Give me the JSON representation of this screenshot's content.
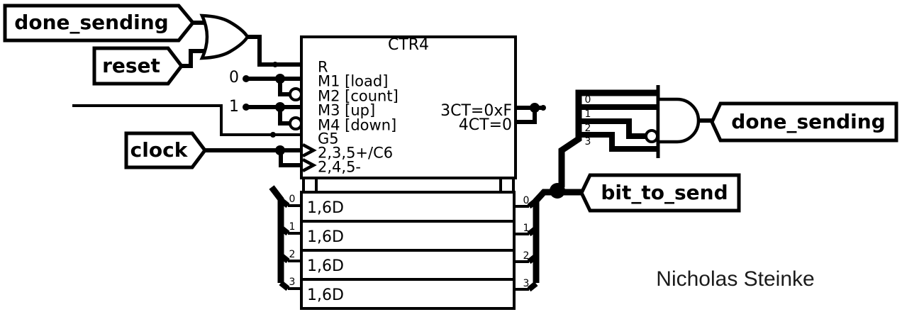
{
  "author": "Nicholas Steinke",
  "colors": {
    "ink": "#000000",
    "background": "#ffffff"
  },
  "tags": {
    "inputs": [
      {
        "label": "done_sending"
      },
      {
        "label": "reset"
      },
      {
        "label": "clock"
      }
    ],
    "outputs": [
      {
        "label": "done_sending"
      },
      {
        "label": "bit_to_send"
      }
    ]
  },
  "constants": [
    {
      "value": "0"
    },
    {
      "value": "1"
    }
  ],
  "counter": {
    "title": "CTR4",
    "left_pins": [
      "R",
      "M1 [load]",
      "M2 [count]",
      "M3 [up]",
      "M4 [down]",
      "G5",
      "2,3,5+/C6",
      "2,4,5-"
    ],
    "right_pins": [
      "3CT=0xF",
      "4CT=0"
    ]
  },
  "registers": {
    "rows": [
      "1,6D",
      "1,6D",
      "1,6D",
      "1,6D"
    ],
    "left_bits": [
      "0",
      "1",
      "2",
      "3"
    ],
    "right_bits": [
      "0",
      "1",
      "2",
      "3"
    ]
  },
  "and_bus_bits": [
    "0",
    "1",
    "2",
    "3"
  ]
}
